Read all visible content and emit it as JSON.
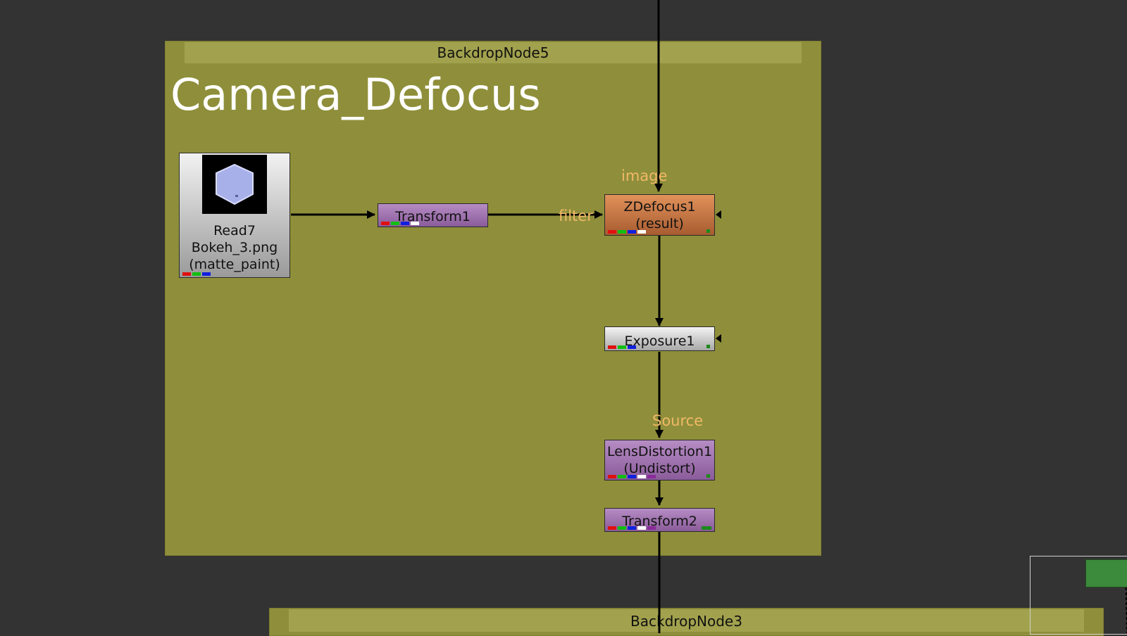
{
  "backdrops": {
    "main": {
      "name": "BackdropNode5",
      "label": "Camera_Defocus",
      "color": "#8f8f3b"
    },
    "lower": {
      "name": "BackdropNode3",
      "color": "#8f8f3b"
    }
  },
  "nodes": {
    "read7": {
      "line1": "Read7",
      "line2": "Bokeh_3.png",
      "line3": "(matte_paint)",
      "thumbnail_icon": "hexagon-bokeh-icon"
    },
    "transform1": {
      "line1": "Transform1"
    },
    "zdefocus1": {
      "line1": "ZDefocus1",
      "line2": "(result)",
      "color": "#d07a43"
    },
    "exposure1": {
      "line1": "Exposure1"
    },
    "lensdistortion1": {
      "line1": "LensDistortion1",
      "line2": "(Undistort)"
    },
    "transform2": {
      "line1": "Transform2"
    }
  },
  "port_labels": {
    "image": "image",
    "filter": "filter",
    "source": "Source"
  },
  "colors": {
    "canvas": "#333333",
    "port_label": "#f1b867",
    "transform_node": "#a070b0",
    "link": "#000000"
  }
}
